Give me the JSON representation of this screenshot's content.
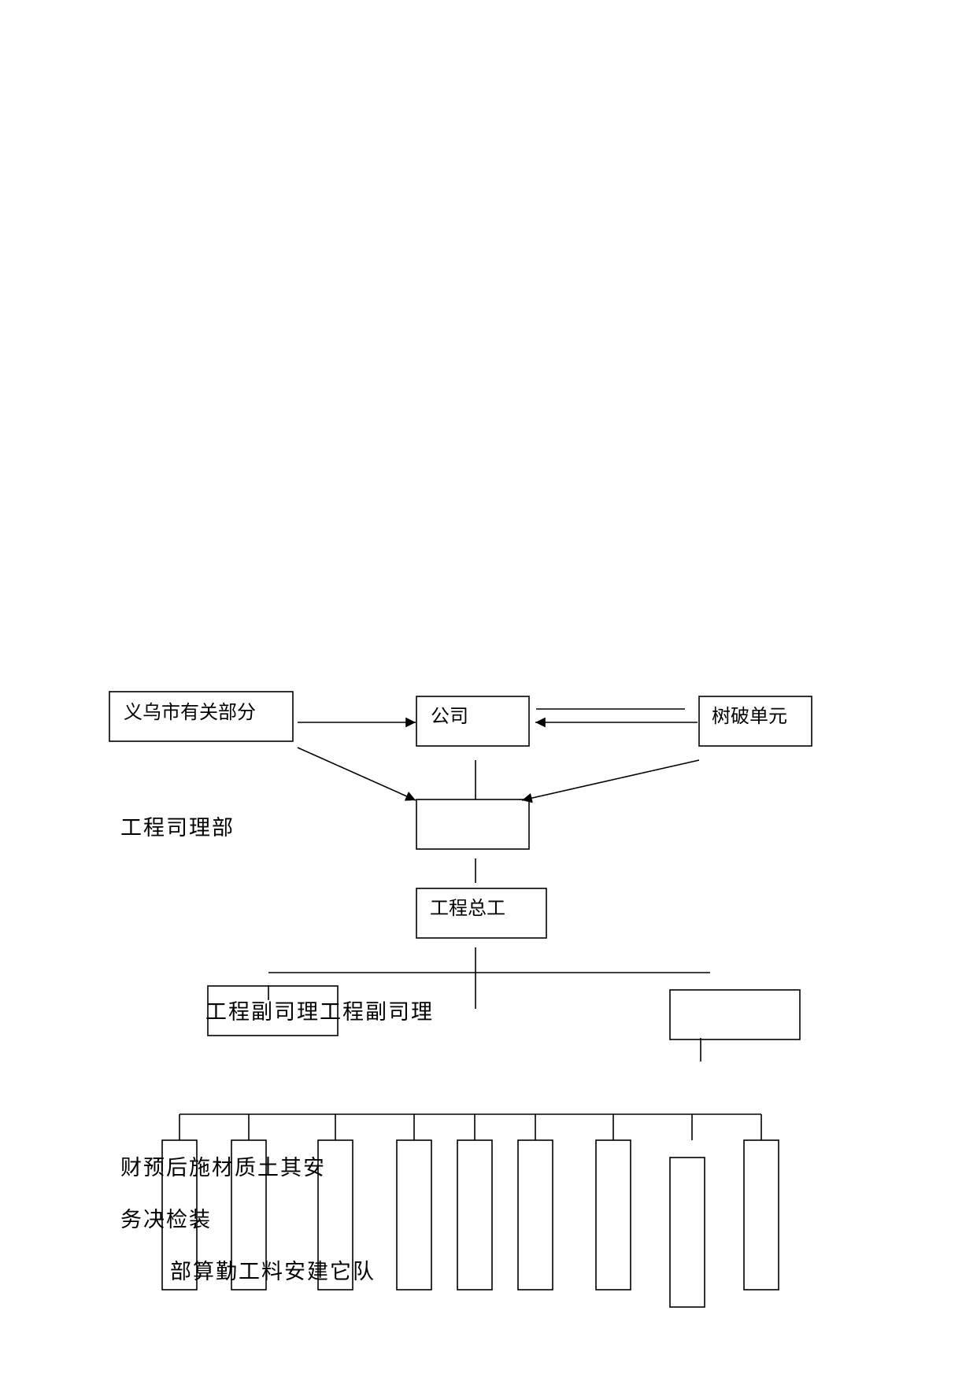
{
  "boxes": {
    "yiwu": "义乌市有关部分",
    "company": "公司",
    "shupo": "树破单元",
    "chief_engineer": "工程总工"
  },
  "labels": {
    "project_manager_dept": "工程司理部",
    "deputy_managers": "工程副司理工程副司理",
    "dept_row_1": "财预后施材质土其安",
    "dept_row_2": "务决检装",
    "dept_row_3": "部算勤工料安建它队"
  }
}
